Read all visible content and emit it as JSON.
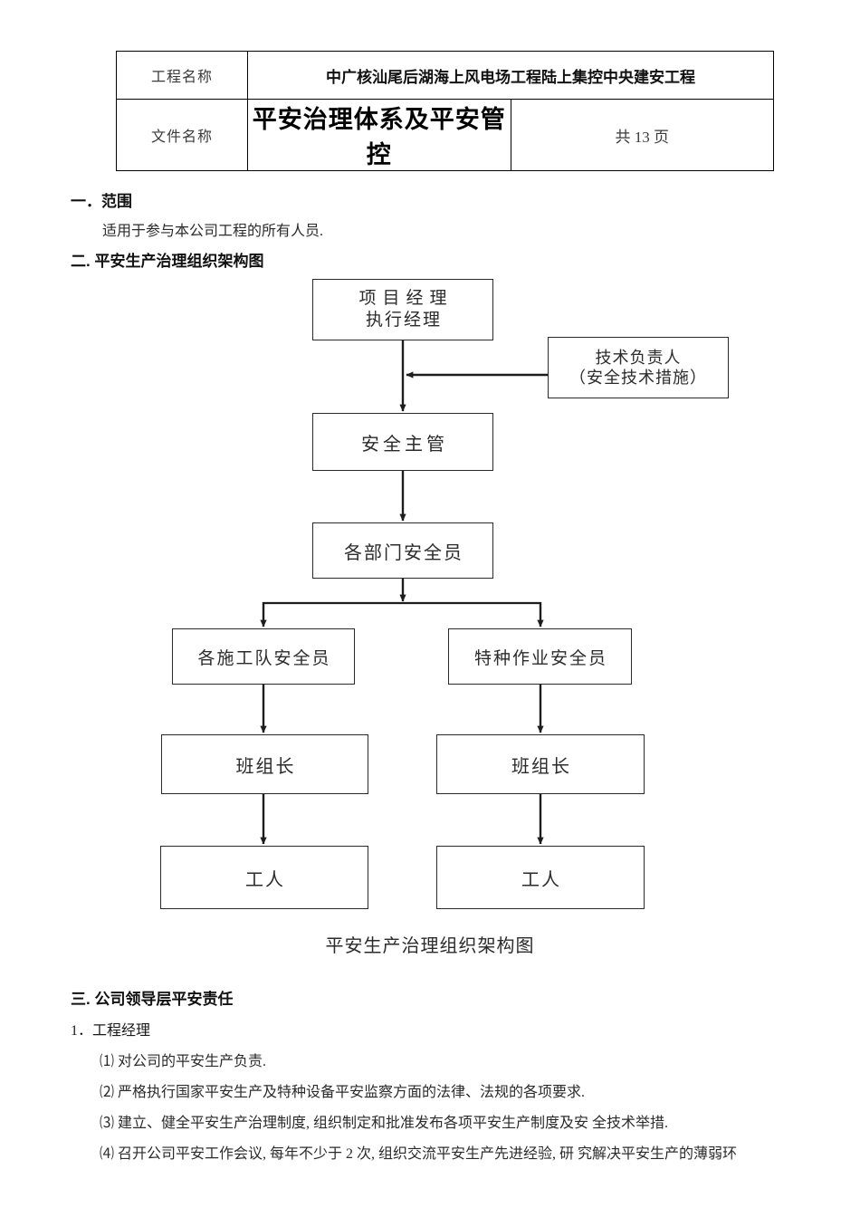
{
  "header_table": {
    "rows": [
      {
        "label": "工程名称",
        "value": "中广核汕尾后湖海上风电场工程陆上集控中央建安工程"
      },
      {
        "label": "文件名称",
        "value": "平安治理体系及平安管控",
        "pages": "共 13 页"
      }
    ]
  },
  "sections": {
    "scope_heading": "一．范围",
    "scope_body": "适用于参与本公司工程的所有人员.",
    "org_heading": "二. 平安生产治理组织架构图",
    "resp_heading": "三. 公司领导层平安责任",
    "resp_item": "1．工程经理",
    "resp_details": [
      "⑴ 对公司的平安生产负责.",
      "⑵ 严格执行国家平安生产及特种设备平安监察方面的法律、法规的各项要求.",
      "⑶ 建立、健全平安生产治理制度, 组织制定和批准发布各项平安生产制度及安  全技术举措.",
      "⑷ 召开公司平安工作会议, 每年不少于 2 次, 组织交流平安生产先进经验, 研  究解决平安生产的薄弱环"
    ]
  },
  "flowchart": {
    "caption": "平安生产治理组织架构图",
    "nodes": {
      "project_manager": {
        "line1": "项目经理",
        "line2": "执行经理"
      },
      "technical_lead": {
        "line1": "技术负责人",
        "line2": "（安全技术措施）"
      },
      "safety_supervisor": "安全主管",
      "department_safety_officer": "各部门安全员",
      "construction_team_safety_officer": "各施工队安全员",
      "special_operation_safety_officer": "特种作业安全员",
      "team_leader_left": "班组长",
      "team_leader_right": "班组长",
      "worker_left": "工人",
      "worker_right": "工人"
    }
  },
  "colors": {
    "line": "#2a2a2a",
    "text": "#1a1a1a",
    "page_background": "#ffffff"
  }
}
